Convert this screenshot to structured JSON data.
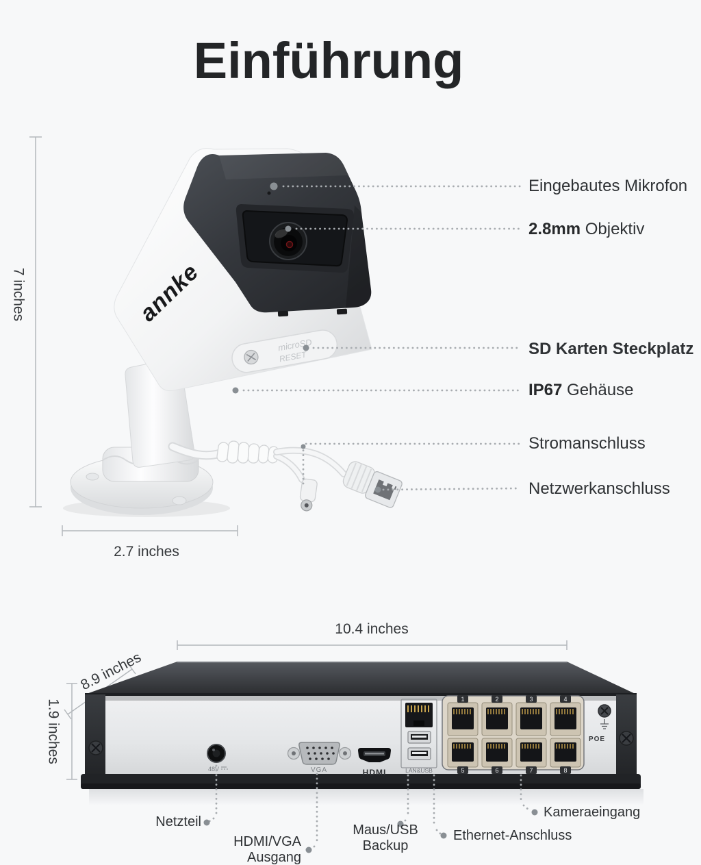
{
  "title": "Einführung",
  "colors": {
    "background": "#f7f8f9",
    "ink": "#2f3235",
    "dotted_line": "#a8acb0",
    "dimension_line": "#b4b8bc",
    "camera_hood": "#33363b",
    "nvr_top": "#3c3f44",
    "nvr_panel": "#e7e9eb",
    "poe_jack_face": "#d3cbba"
  },
  "camera": {
    "brand_logo": "annke",
    "plate_microsd": "microSD",
    "plate_reset": "RESET",
    "callout_microphone": "Eingebautes Mikrofon",
    "callout_lens_bold": "2.8mm",
    "callout_lens_rest": " Objektiv",
    "callout_sd": "SD Karten Steckplatz",
    "callout_housing_bold": "IP67",
    "callout_housing_rest": " Gehäuse",
    "callout_power": "Stromanschluss",
    "callout_network": "Netzwerkanschluss",
    "dim_height": "7 inches",
    "dim_width": "2.7 inches"
  },
  "nvr": {
    "dim_width": "10.4 inches",
    "dim_depth": "8.9 inches",
    "dim_height": "1.9 inches",
    "label_power": "48V",
    "label_vga": "VGA",
    "label_hdmi": "HDMI",
    "label_lanusb": "LAN&USB",
    "label_poe": "POE",
    "port_numbers": [
      "1",
      "2",
      "3",
      "4",
      "5",
      "6",
      "7",
      "8"
    ],
    "callout_netzteil": "Netzteil",
    "callout_video_1": "HDMI/VGA",
    "callout_video_2": "Ausgang",
    "callout_usb_1": "Maus/USB",
    "callout_usb_2": "Backup",
    "callout_ethernet": "Ethernet-Anschluss",
    "callout_camera_input": "Kameraeingang"
  }
}
